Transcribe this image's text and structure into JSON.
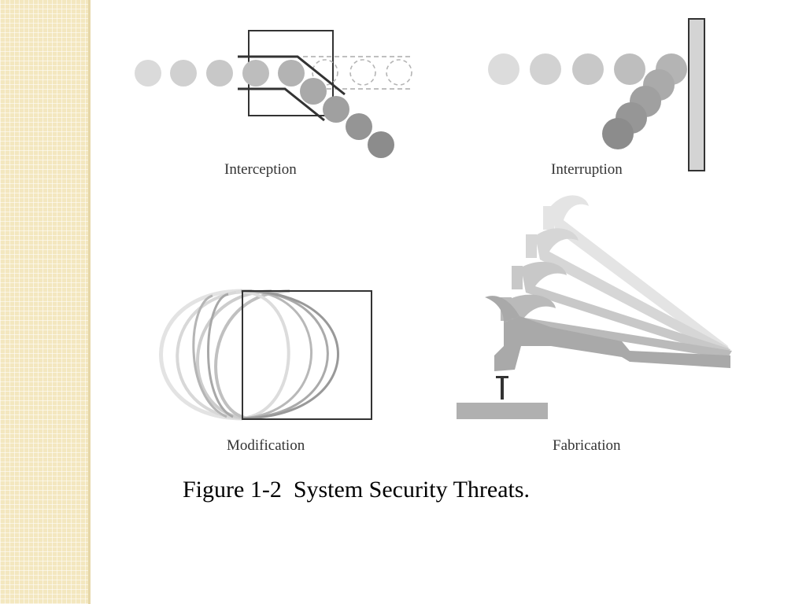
{
  "labels": {
    "interception": "Interception",
    "interruption": "Interruption",
    "modification": "Modification",
    "fabrication": "Fabrication"
  },
  "caption": "Figure 1-2  System Security Threats.",
  "colors": {
    "background": "#ffffff",
    "side_strip": "#f3e7bf",
    "ball_light": "#d6d6d6",
    "ball_dark": "#8c8c8c",
    "line": "#333333",
    "wall_fill": "#d4d4d4"
  }
}
